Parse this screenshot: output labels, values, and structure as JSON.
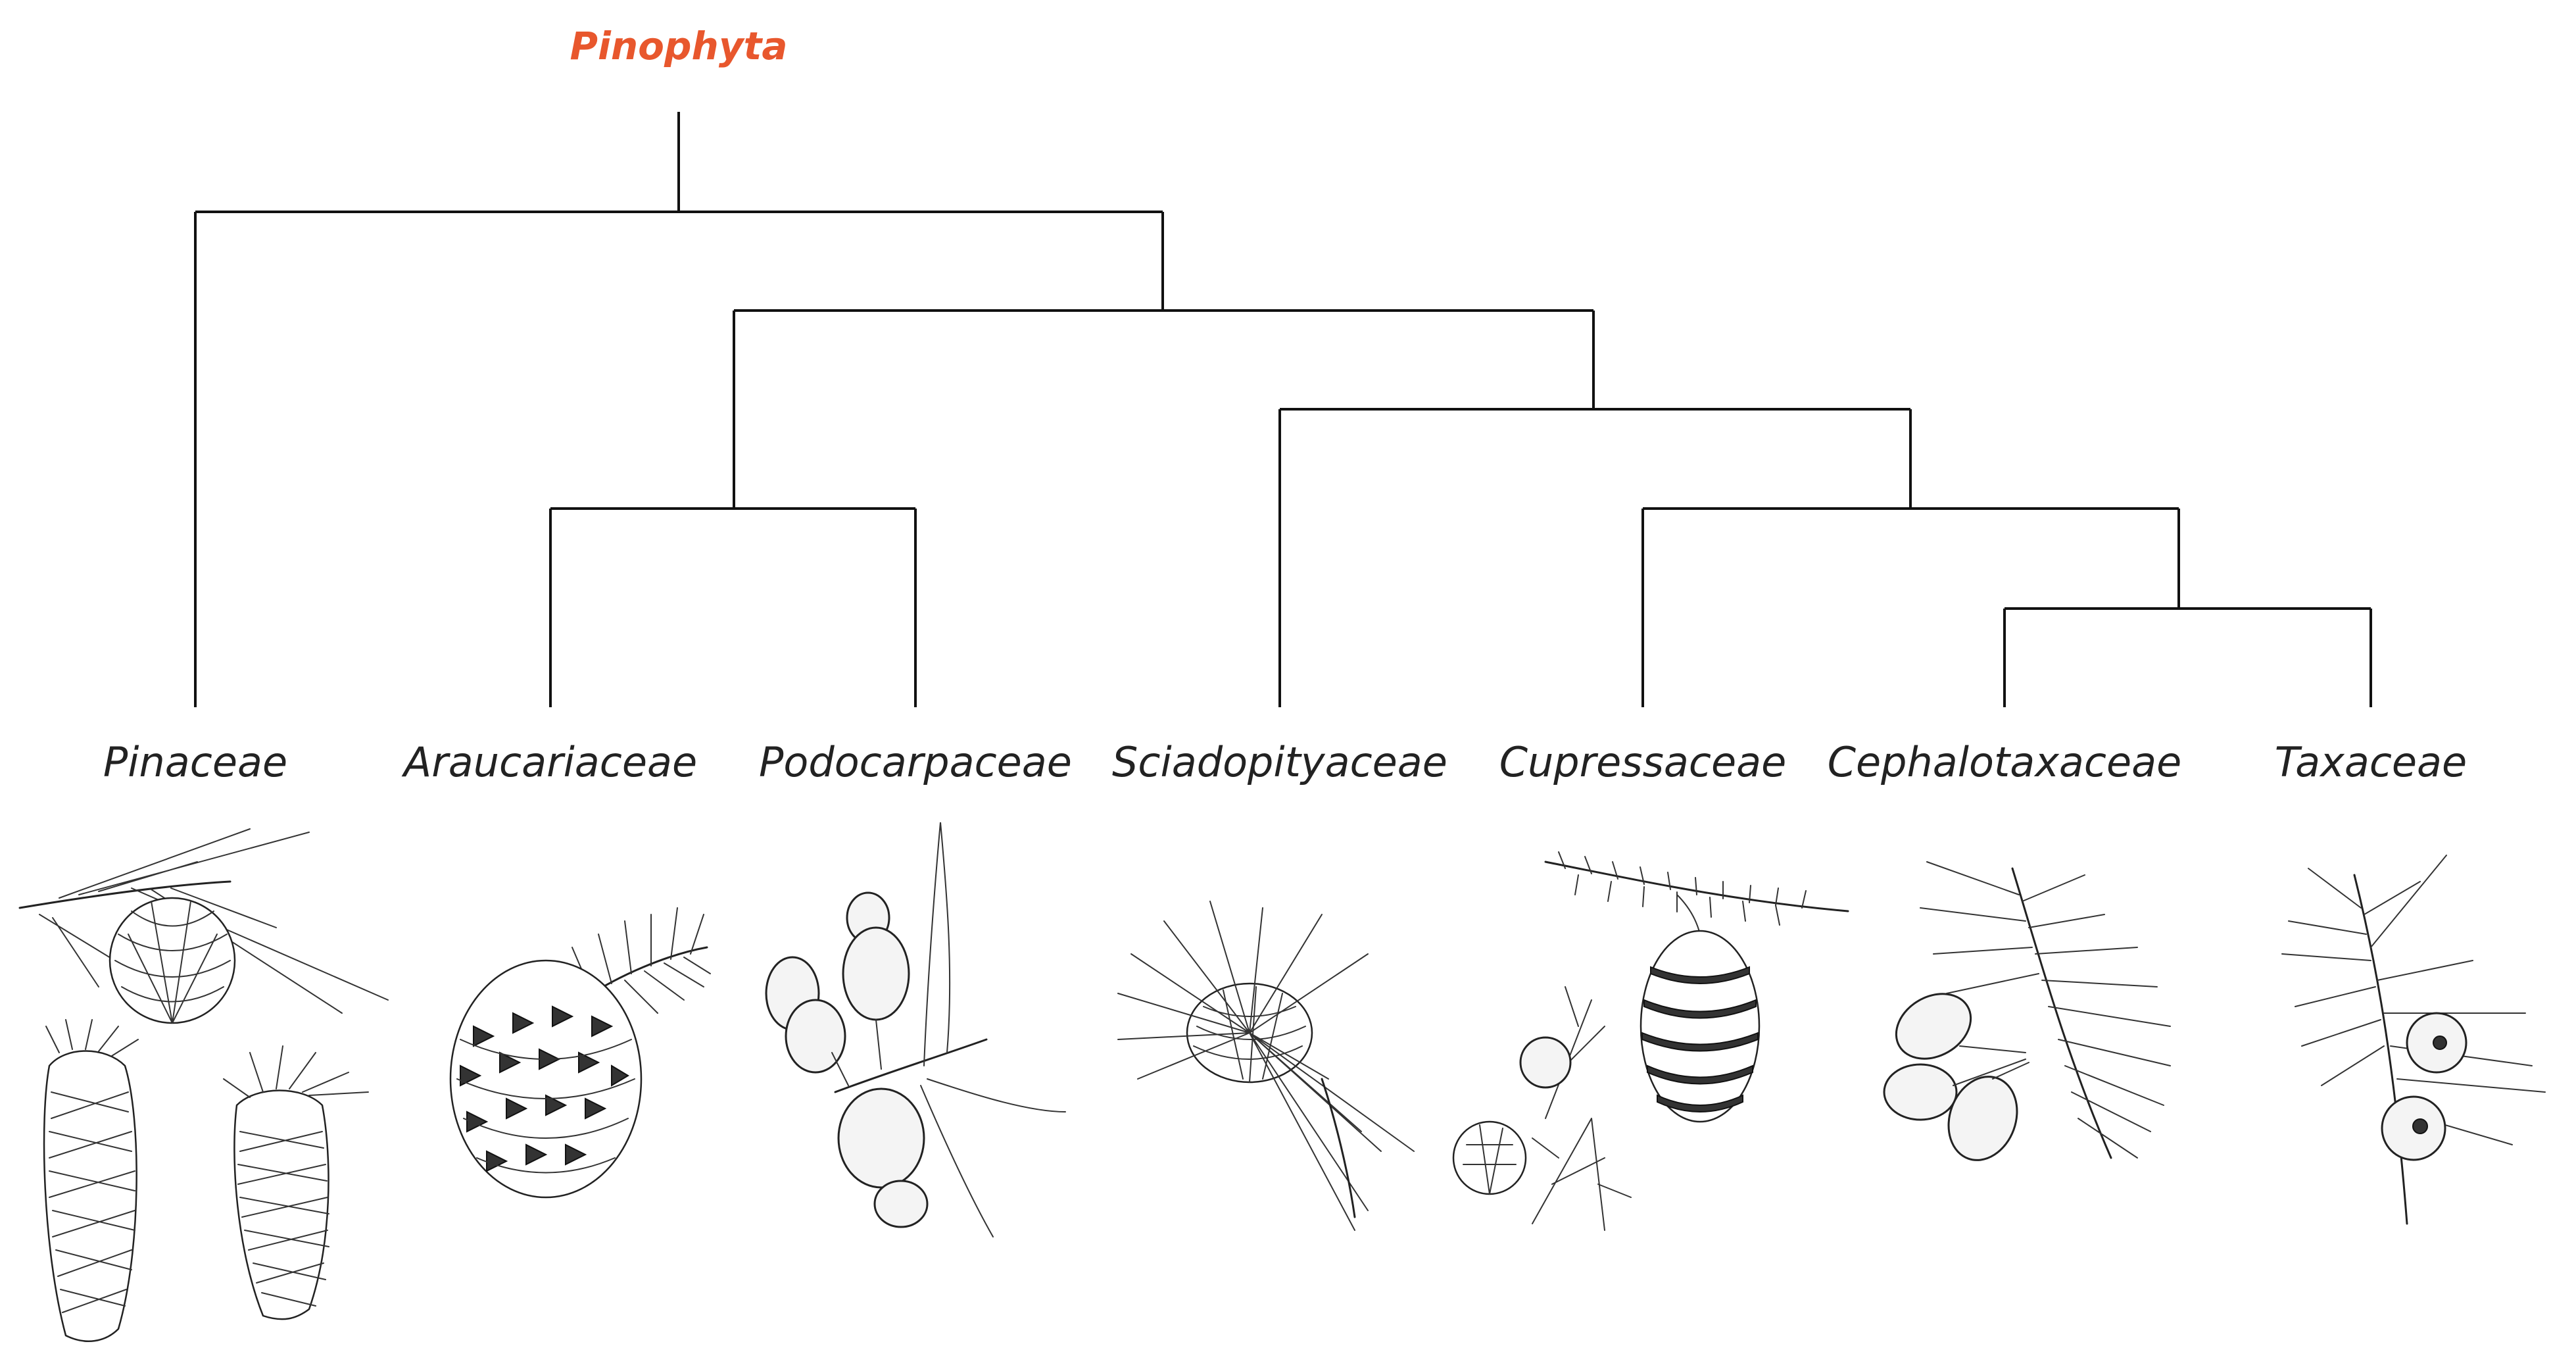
{
  "tree": {
    "root": {
      "label": "Pinophyta",
      "color": "#e8572d"
    },
    "leaves": [
      {
        "label": "Pinaceae",
        "icon": "pine-cones-illustration"
      },
      {
        "label": "Araucariaceae",
        "icon": "araucaria-cone-illustration"
      },
      {
        "label": "Podocarpaceae",
        "icon": "podocarp-seeds-illustration"
      },
      {
        "label": "Sciadopityaceae",
        "icon": "umbrella-pine-cone-illustration"
      },
      {
        "label": "Cupressaceae",
        "icon": "cypress-cones-illustration"
      },
      {
        "label": "Cephalotaxaceae",
        "icon": "plum-yew-branch-illustration"
      },
      {
        "label": "Taxaceae",
        "icon": "yew-berries-illustration"
      }
    ]
  },
  "colors": {
    "branch": "#111111",
    "label": "#222222",
    "accent": "#e8572d"
  }
}
